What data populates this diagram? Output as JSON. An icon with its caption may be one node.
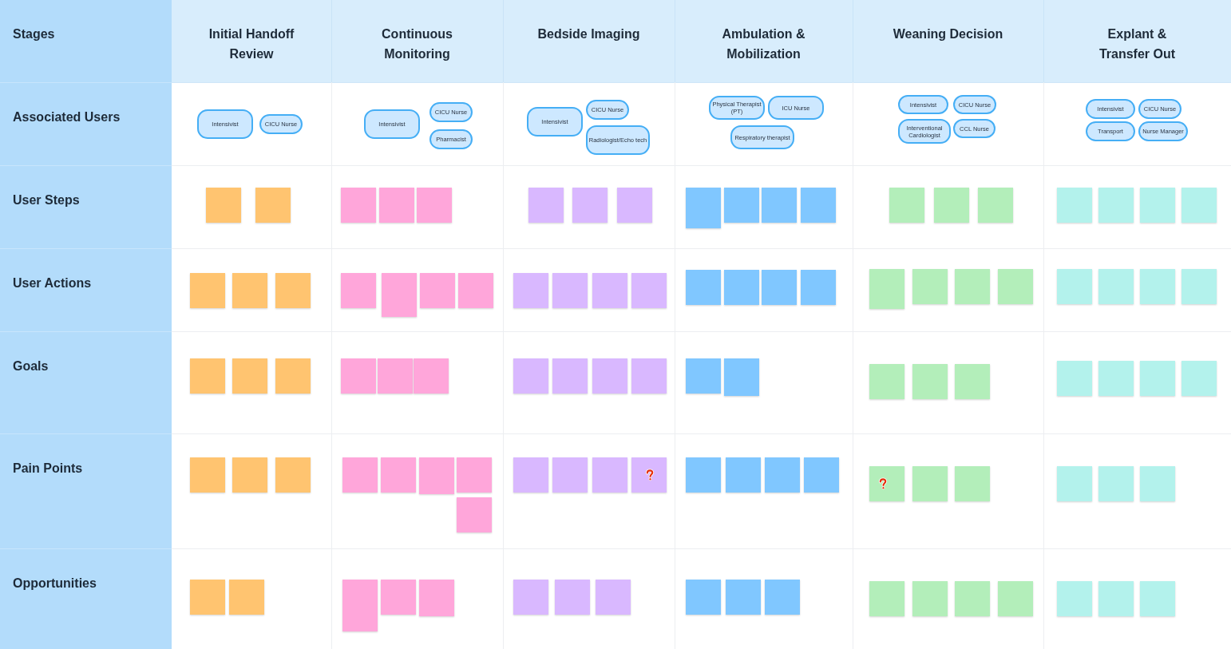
{
  "diagram": {
    "nodes": [
      {
        "text": [
          "Intensivist"
        ]
      },
      {
        "text": [
          "CICU Nurse"
        ]
      },
      {
        "text": [
          "Intensivist"
        ]
      },
      {
        "text": [
          "CICU Nurse"
        ]
      },
      {
        "text": [
          "Pharmacist"
        ]
      },
      {
        "text": [
          "Intensivist"
        ]
      },
      {
        "text": [
          "CICU Nurse"
        ]
      },
      {
        "text": [
          "Radiologist/Echo tech"
        ]
      },
      {
        "text": [
          "Physical Therapist (PT)"
        ]
      },
      {
        "text": [
          "ICU Nurse"
        ]
      },
      {
        "text": [
          "Respiratory therapist"
        ]
      },
      {
        "text": [
          "Intensivist"
        ]
      },
      {
        "text": [
          "CICU Nurse"
        ]
      },
      {
        "text": [
          "Interventional Cardiologist"
        ]
      },
      {
        "text": [
          "CCL Nurse"
        ]
      },
      {
        "text": [
          "Intensivist"
        ]
      },
      {
        "text": [
          "CICU Nurse"
        ]
      },
      {
        "text": [
          "Transport"
        ]
      },
      {
        "text": [
          "Nurse Manager"
        ]
      },
      {
        "text": [],
        "shape": "note"
      },
      {
        "text": [],
        "shape": "note"
      },
      {
        "text": [],
        "shape": "note"
      },
      {
        "text": [],
        "shape": "note"
      },
      {
        "text": [],
        "shape": "note"
      },
      {
        "text": [],
        "shape": "note"
      },
      {
        "text": [],
        "shape": "note"
      },
      {
        "text": [],
        "shape": "note"
      },
      {
        "text": [],
        "shape": "note"
      },
      {
        "text": [],
        "shape": "note"
      },
      {
        "text": [],
        "shape": "note"
      },
      {
        "text": [],
        "shape": "note"
      },
      {
        "text": [],
        "shape": "note"
      },
      {
        "text": [],
        "shape": "note"
      },
      {
        "text": [],
        "shape": "note"
      },
      {
        "text": [],
        "shape": "note"
      },
      {
        "text": [],
        "shape": "note"
      },
      {
        "text": [],
        "shape": "note"
      },
      {
        "text": [],
        "shape": "note"
      },
      {
        "text": [],
        "shape": "note"
      },
      {
        "text": [],
        "shape": "note"
      },
      {
        "text": [],
        "shape": "note"
      },
      {
        "text": [],
        "shape": "note"
      },
      {
        "text": [],
        "shape": "note"
      },
      {
        "text": [],
        "shape": "note"
      },
      {
        "text": [],
        "shape": "note"
      },
      {
        "text": [],
        "shape": "note"
      },
      {
        "text": [],
        "shape": "note"
      },
      {
        "text": [],
        "shape": "note"
      },
      {
        "text": [],
        "shape": "note"
      },
      {
        "text": [],
        "shape": "note"
      },
      {
        "text": [],
        "shape": "note"
      },
      {
        "text": [],
        "shape": "note"
      },
      {
        "text": [],
        "shape": "note"
      },
      {
        "text": [],
        "shape": "note"
      },
      {
        "text": [],
        "shape": "note"
      },
      {
        "text": [],
        "shape": "note"
      },
      {
        "text": [],
        "shape": "note"
      },
      {
        "text": [],
        "shape": "note"
      },
      {
        "text": [],
        "shape": "note"
      },
      {
        "text": [],
        "shape": "note"
      },
      {
        "text": [],
        "shape": "note"
      },
      {
        "text": [],
        "shape": "note"
      },
      {
        "text": [],
        "shape": "note"
      },
      {
        "text": [],
        "shape": "note"
      },
      {
        "text": [],
        "shape": "note"
      },
      {
        "text": [],
        "shape": "note"
      },
      {
        "text": [],
        "shape": "note"
      },
      {
        "text": [],
        "shape": "note"
      },
      {
        "text": [],
        "shape": "note"
      },
      {
        "text": [],
        "shape": "note"
      },
      {
        "text": [],
        "shape": "note"
      },
      {
        "text": [],
        "shape": "note"
      },
      {
        "text": [],
        "shape": "note"
      },
      {
        "text": [],
        "shape": "note"
      },
      {
        "text": [],
        "shape": "note"
      },
      {
        "text": [],
        "shape": "note"
      },
      {
        "text": [],
        "shape": "note"
      },
      {
        "text": [],
        "shape": "note"
      },
      {
        "text": [],
        "shape": "note"
      },
      {
        "text": [],
        "shape": "note"
      },
      {
        "text": [],
        "shape": "note"
      },
      {
        "text": [],
        "shape": "note"
      },
      {
        "text": [],
        "shape": "note"
      },
      {
        "text": [],
        "shape": "note"
      },
      {
        "text": [],
        "shape": "note"
      },
      {
        "text": [],
        "shape": "note"
      },
      {
        "text": [],
        "shape": "note"
      },
      {
        "text": [],
        "shape": "note"
      },
      {
        "text": [],
        "shape": "note"
      },
      {
        "text": [],
        "shape": "note"
      },
      {
        "text": [],
        "shape": "note"
      },
      {
        "text": [],
        "shape": "note"
      },
      {
        "text": [],
        "shape": "note"
      },
      {
        "text": [],
        "shape": "note"
      },
      {
        "text": [],
        "shape": "note"
      },
      {
        "text": [],
        "shape": "note"
      },
      {
        "text": [],
        "shape": "note"
      },
      {
        "text": [],
        "shape": "note"
      },
      {
        "text": [],
        "shape": "note"
      },
      {
        "text": [],
        "shape": "note"
      },
      {
        "text": [],
        "shape": "note"
      },
      {
        "text": [],
        "shape": "note"
      },
      {
        "text": [],
        "shape": "note"
      },
      {
        "text": [],
        "shape": "note"
      },
      {
        "text": [],
        "shape": "note"
      },
      {
        "text": [],
        "shape": "note"
      },
      {
        "text": [],
        "shape": "note"
      },
      {
        "text": [],
        "shape": "note"
      },
      {
        "text": [],
        "shape": "note"
      },
      {
        "text": [],
        "shape": "note"
      },
      {
        "text": [],
        "shape": "note"
      },
      {
        "text": [],
        "shape": "note"
      },
      {
        "text": [],
        "shape": "note"
      },
      {
        "text": [],
        "shape": "note"
      },
      {
        "text": [],
        "shape": "note"
      },
      {
        "text": [],
        "shape": "note"
      },
      {
        "text": [],
        "shape": "note"
      },
      {
        "text": [],
        "shape": "note"
      },
      {
        "text": [],
        "shape": "note"
      },
      {
        "text": [],
        "shape": "note"
      }
    ],
    "labels": [
      "Stages",
      "Initial Handoff Review",
      "Continuous Monitoring",
      "Bedside Imaging",
      "Ambulation & Mobilization",
      "Weaning Decision",
      "Explant & Transfer Out",
      "Associated Users",
      "User Steps",
      "User Actions",
      "Goals",
      "Pain Points",
      "Opportunities"
    ]
  }
}
